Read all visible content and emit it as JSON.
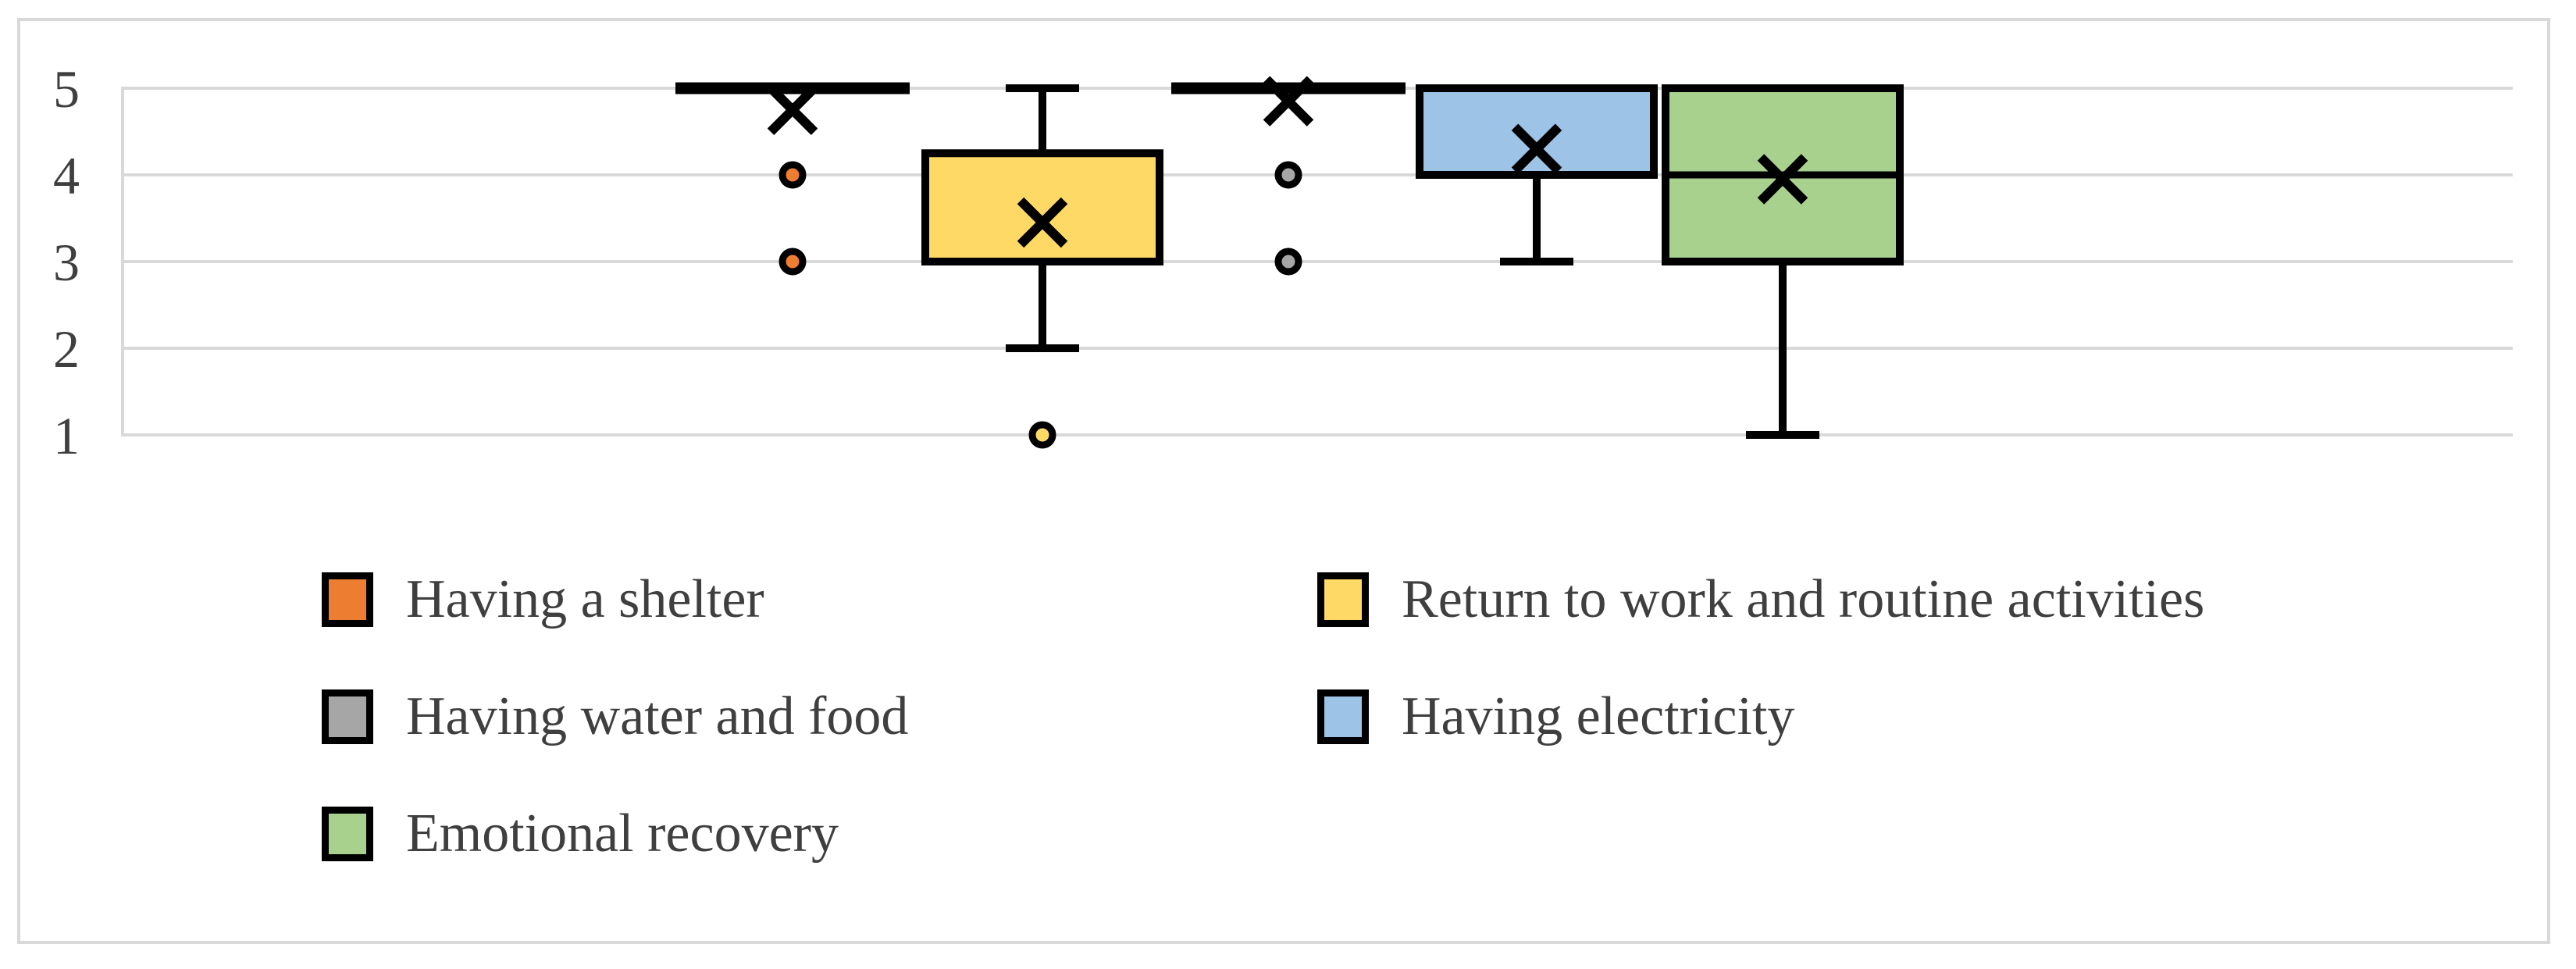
{
  "figure": {
    "frame_color": "#D9D9D9",
    "background": "#ffffff",
    "text_color": "#3F3F3F",
    "gridline_color": "#D9D9D9",
    "marker_color": "#000000"
  },
  "chart_data": {
    "type": "box",
    "title": "",
    "xlabel": "",
    "ylabel": "",
    "grid": "horizontal",
    "legend_position": "bottom, two columns",
    "y_axis": {
      "min": 1,
      "max": 5,
      "ticks": [
        "5",
        "4",
        "3",
        "2",
        "1"
      ],
      "tick_values": [
        5,
        4,
        3,
        2,
        1
      ]
    },
    "series": [
      {
        "name": "Having a shelter",
        "color": "#ED7D31",
        "min": 5,
        "q1": 5,
        "median": 5,
        "q3": 5,
        "max": 5,
        "mean": 4.75,
        "outliers": [
          4,
          3
        ]
      },
      {
        "name": "Return to work and routine activities",
        "color": "#FFD966",
        "min": 2,
        "q1": 3,
        "median": 3,
        "q3": 4.25,
        "max": 5,
        "mean": 3.45,
        "outliers": [
          1
        ]
      },
      {
        "name": "Having water and food",
        "color": "#A6A6A6",
        "min": 5,
        "q1": 5,
        "median": 5,
        "q3": 5,
        "max": 5,
        "mean": 4.85,
        "outliers": [
          4,
          3
        ]
      },
      {
        "name": "Having electricity",
        "color": "#9DC3E6",
        "min": 3,
        "q1": 4,
        "median": 4,
        "q3": 5,
        "max": 5,
        "mean": 4.3,
        "outliers": []
      },
      {
        "name": "Emotional recovery",
        "color": "#A9D18E",
        "min": 1,
        "q1": 3,
        "median": 4,
        "q3": 5,
        "max": 5,
        "mean": 3.95,
        "outliers": []
      }
    ]
  }
}
